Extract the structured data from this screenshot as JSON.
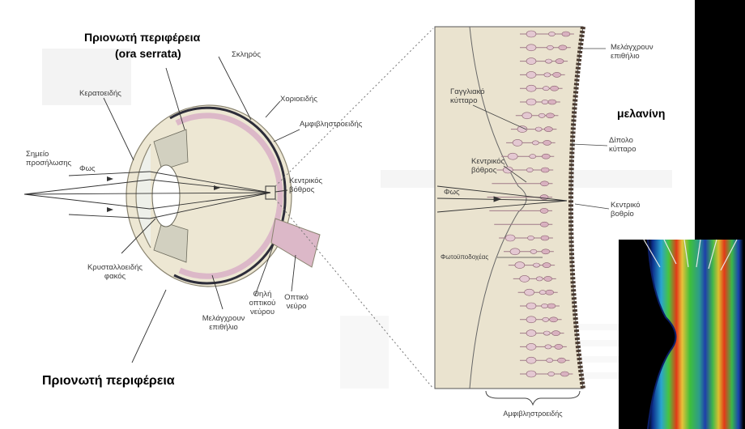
{
  "labels": {
    "ora_serrata_title": "Πριονωτή περιφέρεια",
    "ora_serrata_sub": "(ora serrata)",
    "sclera": "Σκληρός",
    "cornea": "Κερατοειδής",
    "choroid": "Χοριοειδής",
    "retina": "Αμφιβληστροειδής",
    "focal_point_1": "Σημείο",
    "focal_point_2": "προσήλωσης",
    "light": "Φως",
    "fovea_1": "Κεντρικός",
    "fovea_2": "βόθρος",
    "lens_1": "Κρυσταλλοειδής",
    "lens_2": "φακός",
    "rpe_1": "Μελάγχρουν",
    "rpe_2": "επιθήλιο",
    "optic_disc_1": "Θηλή",
    "optic_disc_2": "οπτικού",
    "optic_disc_3": "νεύρου",
    "optic_nerve_1": "Οπτικό",
    "optic_nerve_2": "νεύρο",
    "ora_serrata_bottom": "Πριονωτή περιφέρεια"
  },
  "detail": {
    "rpe_1": "Μελάγχρουν",
    "rpe_2": "επιθήλιο",
    "melanin": "μελανίνη",
    "ganglion_1": "Γαγγλιακό",
    "ganglion_2": "κύτταρο",
    "bipolar_1": "Δίπολο",
    "bipolar_2": "κύτταρο",
    "fovea_1": "Κεντρικός",
    "fovea_2": "βόθρος",
    "light": "Φως",
    "foveola_1": "Κεντρικό",
    "foveola_2": "βοθρίο",
    "photoreceptor": "Φωτοϋποδοχέας",
    "retina": "Αμφιβληστροειδής"
  },
  "colors": {
    "sclera_fill": "#ede7d3",
    "retina_pink": "#dcb8c8",
    "choroid_dark": "#2d2d3a",
    "panel_bg": "#eae3cf",
    "oct_red": "#d83a1c",
    "oct_green": "#3fbf3a",
    "oct_blue": "#1c3ea8"
  }
}
